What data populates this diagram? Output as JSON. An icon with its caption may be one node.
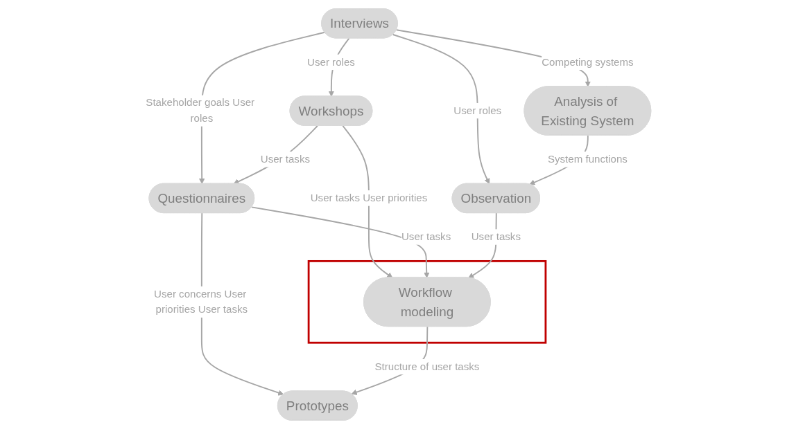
{
  "diagram": {
    "nodes": [
      {
        "text": [
          "Interviews"
        ]
      },
      {
        "text": [
          "Analysis of Existing System"
        ]
      },
      {
        "text": [
          "Workshops"
        ]
      },
      {
        "text": [
          "Questionnaires"
        ]
      },
      {
        "text": [
          "Observation"
        ]
      },
      {
        "text": [],
        "shape": "box"
      },
      {
        "text": [
          "Workflow modeling"
        ],
        "in": 5
      },
      {
        "text": [
          "Prototypes"
        ]
      }
    ],
    "edges": [
      {
        "from": 0,
        "to": 1,
        "arrow": "to",
        "label": "Competing systems"
      },
      {
        "from": 0,
        "to": 3,
        "arrow": "to",
        "label": "Stakeholder goals User roles"
      },
      {
        "from": 0,
        "to": 2,
        "arrow": "to",
        "label": "User roles"
      },
      {
        "from": 0,
        "to": 4,
        "arrow": "to",
        "label": "User roles"
      },
      {
        "from": 2,
        "to": 3,
        "arrow": "to",
        "label": "User tasks"
      },
      {
        "from": 1,
        "to": 4,
        "arrow": "to",
        "label": "System functions"
      },
      {
        "from": 2,
        "to": 6,
        "arrow": "to",
        "label": "User tasks User priorities"
      },
      {
        "from": 3,
        "to": 6,
        "arrow": "to",
        "label": "User tasks"
      },
      {
        "from": 4,
        "to": 6,
        "arrow": "to",
        "label": "User tasks"
      },
      {
        "from": 3,
        "to": 7,
        "arrow": "to",
        "label": "User concerns User priorities User tasks"
      },
      {
        "from": 6,
        "to": 7,
        "arrow": "to",
        "label": "Structure of user tasks"
      }
    ]
  }
}
